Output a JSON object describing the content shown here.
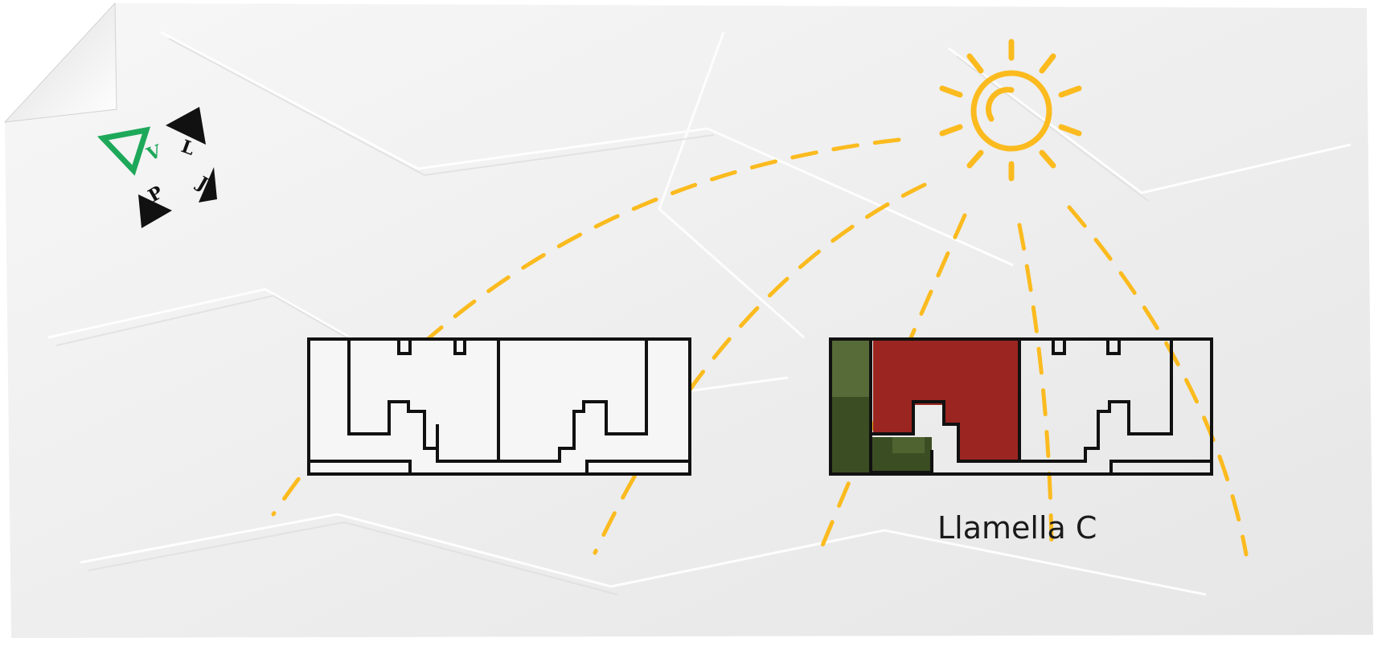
{
  "logo": {
    "letters": [
      "V",
      "L",
      "J",
      "P"
    ],
    "colors": {
      "accent": "#1ea85a",
      "dark": "#111111"
    }
  },
  "building": {
    "label": "Llamella C",
    "fill_red": "#9b2520",
    "fill_green_dark": "#3b4d22",
    "fill_green_light": "#566b38",
    "outline": "#111111"
  },
  "sun": {
    "icon": "sun-icon",
    "color": "#fbbb1f"
  },
  "paper": {
    "color": "#f1f1f1",
    "shade": "#e4e4e4"
  }
}
